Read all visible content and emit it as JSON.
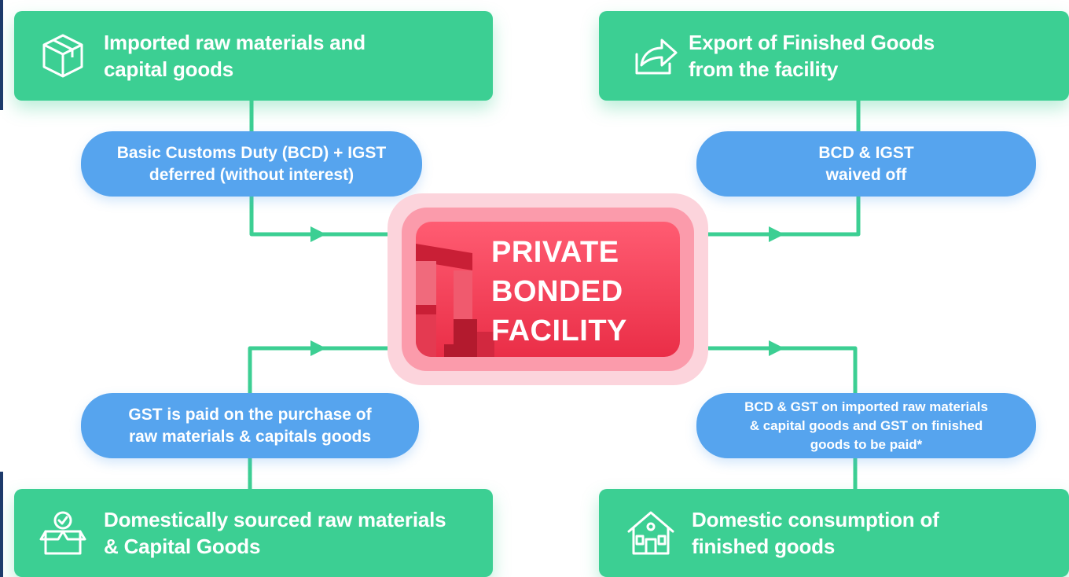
{
  "center": {
    "title": "PRIVATE\nBONDED\nFACILITY"
  },
  "boxes": {
    "imported": {
      "title": "Imported raw materials and\ncapital goods",
      "icon": "package-icon"
    },
    "export": {
      "title": "Export of Finished Goods\nfrom the facility",
      "icon": "export-arrow-icon"
    },
    "domestic_sourced": {
      "title": "Domestically sourced raw materials\n& Capital Goods",
      "icon": "box-check-icon"
    },
    "domestic_consumption": {
      "title": "Domestic consumption of\nfinished goods",
      "icon": "house-icon"
    }
  },
  "pills": {
    "imported": "Basic Customs Duty (BCD) + IGST\ndeferred (without interest)",
    "export": "BCD & IGST\nwaived off",
    "domestic_sourced": "GST is paid on the purchase of\nraw materials & capitals goods",
    "domestic_consumption": "BCD & GST on imported raw materials\n& capital goods and GST on finished\ngoods to be paid*"
  },
  "colors": {
    "green": "#3ccf93",
    "blue": "#56a4ee",
    "red": "#ea2e47",
    "pink": "#fcd4dc",
    "line": "#3ccf93"
  }
}
